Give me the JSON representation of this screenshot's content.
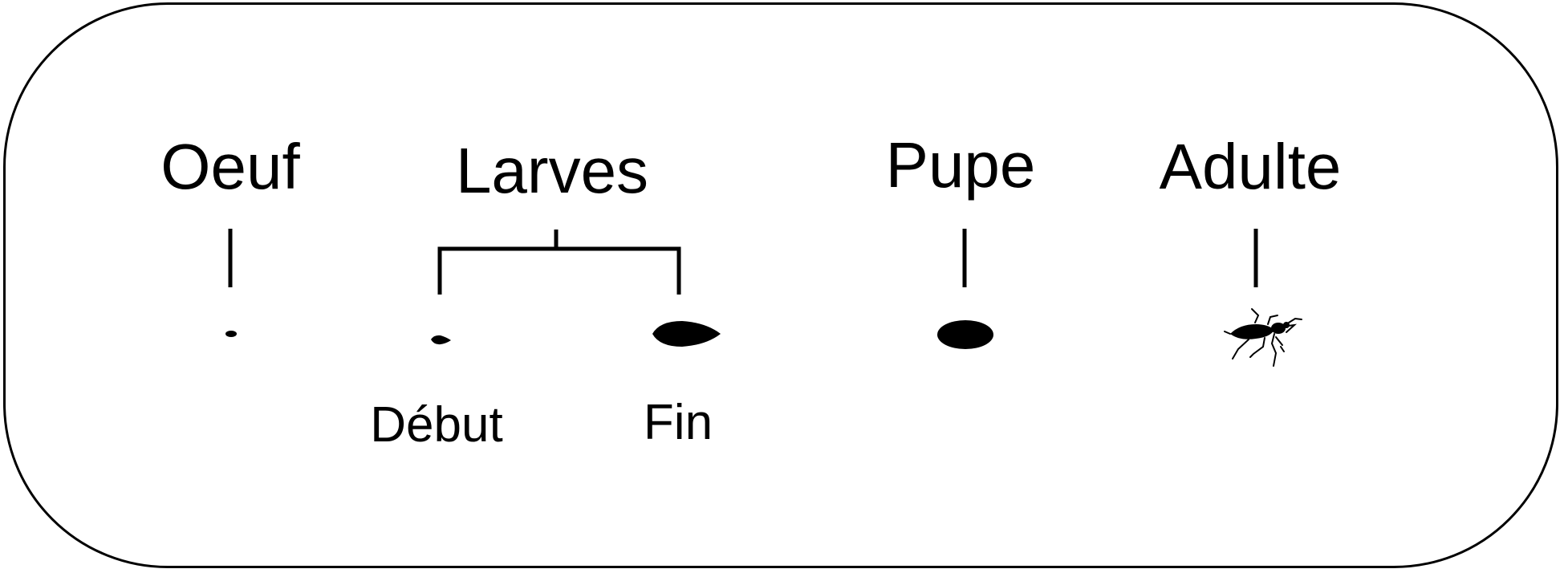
{
  "stages": {
    "egg": {
      "label": "Oeuf",
      "icon": "egg-dot"
    },
    "larvae": {
      "label": "Larves",
      "start_label": "Début",
      "end_label": "Fin",
      "icons": [
        "small-larva",
        "large-larva"
      ]
    },
    "pupa": {
      "label": "Pupe",
      "icon": "pupa-oval"
    },
    "adult": {
      "label": "Adulte",
      "icon": "adult-insect"
    }
  },
  "colors": {
    "ink": "#000000",
    "background": "#ffffff"
  }
}
